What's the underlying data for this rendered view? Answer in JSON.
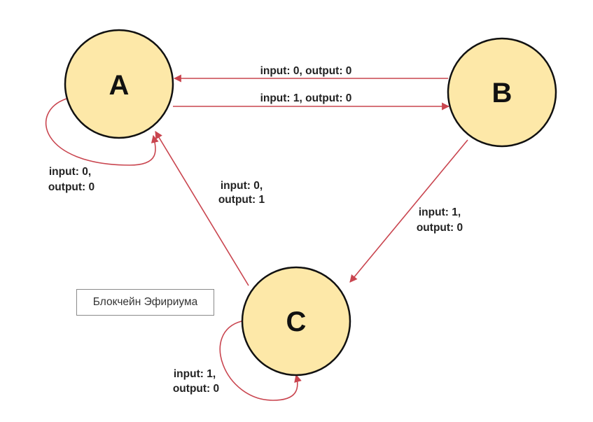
{
  "colors": {
    "node_fill": "#fde8a8",
    "node_stroke": "#111111",
    "edge": "#c9454f"
  },
  "nodes": {
    "a": "A",
    "b": "B",
    "c": "C"
  },
  "edges": {
    "b_to_a": "input: 0, output: 0",
    "a_to_b": "input: 1, output: 0",
    "a_self": [
      "input: 0,",
      "output: 0"
    ],
    "c_to_a": [
      "input: 0,",
      "output: 1"
    ],
    "b_to_c": [
      "input: 1,",
      "output: 0"
    ],
    "c_self": [
      "input: 1,",
      "output: 0"
    ]
  },
  "caption": "Блокчейн Эфириума"
}
